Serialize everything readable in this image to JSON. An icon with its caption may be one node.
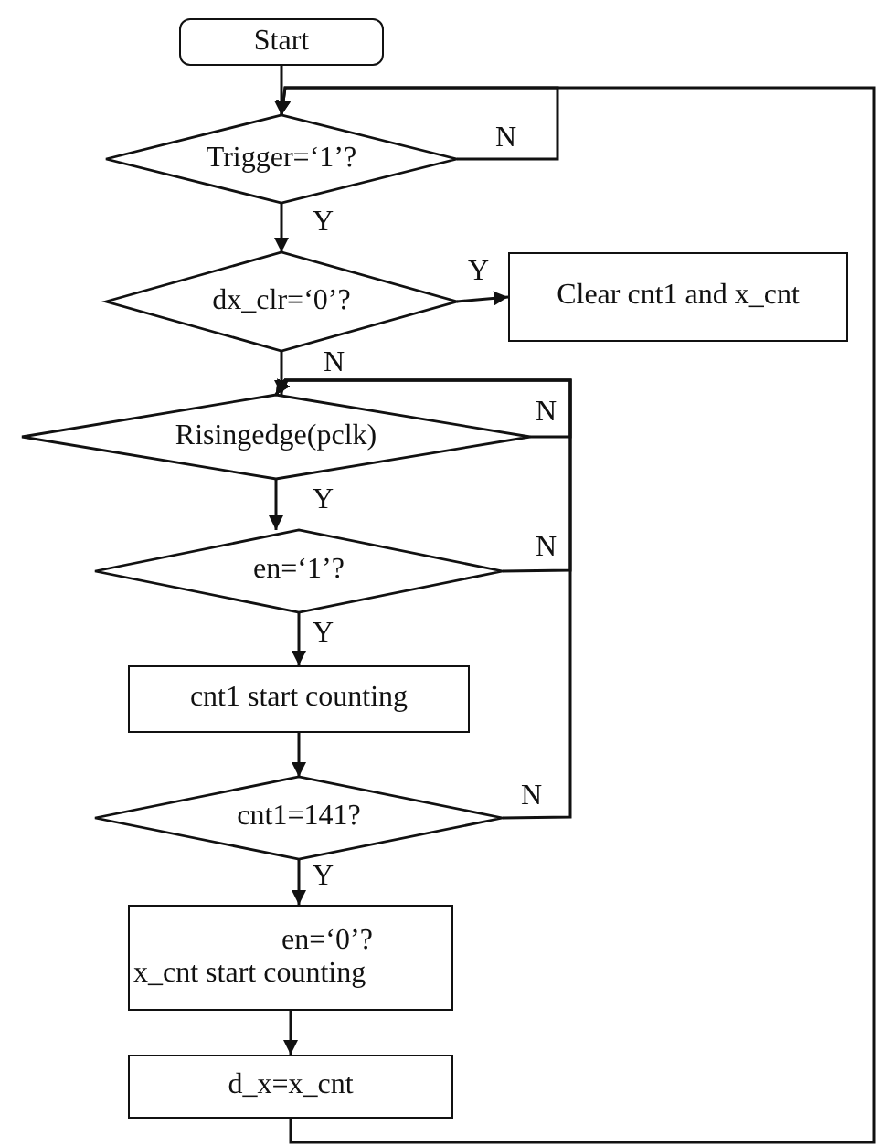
{
  "diagram": {
    "nodes": [
      {
        "text": [
          "Start"
        ]
      },
      {
        "text": [
          "Trigger=‘1’?"
        ]
      },
      {
        "text": [
          "dx_clr=‘0’?"
        ]
      },
      {
        "text": [
          "Clear cnt1 and x_cnt"
        ]
      },
      {
        "text": [
          "Risingedge(pclk)"
        ]
      },
      {
        "text": [
          "en=‘1’?"
        ]
      },
      {
        "text": [
          "cnt1 start counting"
        ]
      },
      {
        "text": [
          "cnt1=141?"
        ]
      },
      {
        "text": [
          "en=‘0’?",
          "x_cnt start counting"
        ]
      },
      {
        "text": [
          "d_x=x_cnt"
        ]
      }
    ],
    "edges": [
      {
        "from": 0,
        "to": 1,
        "arrow": "to"
      },
      {
        "from": 1,
        "to": 1,
        "label": "N",
        "arrow": "to"
      },
      {
        "from": 1,
        "to": 2,
        "label": "Y",
        "arrow": "to"
      },
      {
        "from": 2,
        "to": 3,
        "label": "Y",
        "arrow": "to"
      },
      {
        "from": 2,
        "to": 4,
        "label": "N",
        "arrow": "to"
      },
      {
        "from": 4,
        "to": 4,
        "label": "N",
        "arrow": "to"
      },
      {
        "from": 4,
        "to": 5,
        "label": "Y",
        "arrow": "to"
      },
      {
        "from": 5,
        "to": 4,
        "label": "N",
        "arrow": "to"
      },
      {
        "from": 5,
        "to": 6,
        "label": "Y",
        "arrow": "to"
      },
      {
        "from": 6,
        "to": 7,
        "arrow": "to"
      },
      {
        "from": 7,
        "to": 4,
        "label": "N",
        "arrow": "to"
      },
      {
        "from": 7,
        "to": 8,
        "label": "Y",
        "arrow": "to"
      },
      {
        "from": 8,
        "to": 9,
        "arrow": "to"
      },
      {
        "from": 9,
        "to": 1,
        "arrow": "to"
      }
    ]
  }
}
